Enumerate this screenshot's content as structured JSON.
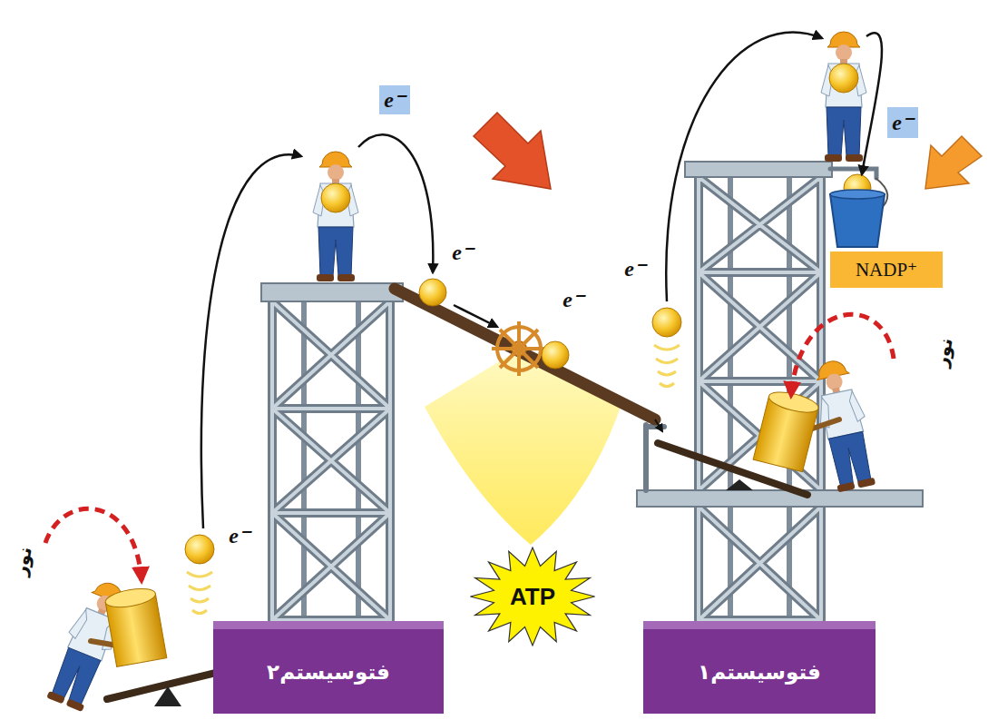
{
  "diagram": {
    "nodes": [
      {
        "text": [
          "e⁻"
        ]
      },
      {
        "text": [
          "e⁻"
        ]
      },
      {
        "text": [
          "NADP⁺"
        ]
      },
      {
        "text": [
          "ATP"
        ]
      },
      {
        "text": [
          "فتوسیستم۲"
        ]
      },
      {
        "text": [
          "فتوسیستم۱"
        ]
      }
    ],
    "labels": [
      "e⁻",
      "e⁻",
      "e⁻",
      "e⁻",
      "نور",
      "نور"
    ]
  }
}
